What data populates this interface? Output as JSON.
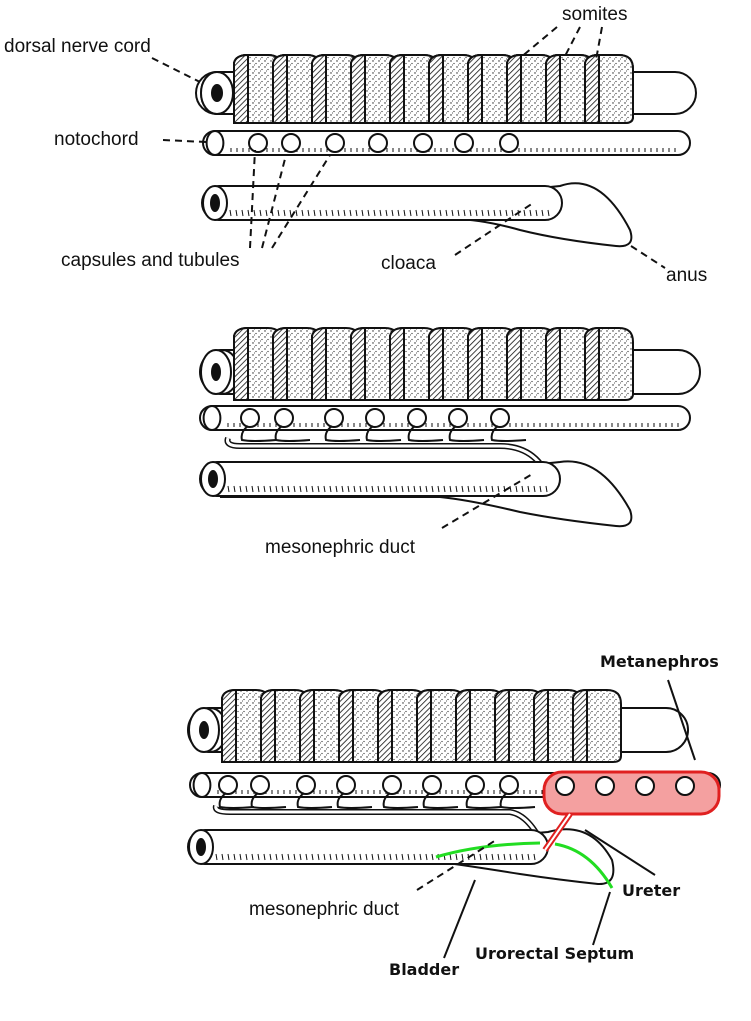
{
  "panels": [
    {
      "id": "stage-1",
      "labels": {
        "dorsal_nerve_cord": "dorsal nerve cord",
        "somites": "somites",
        "notochord": "notochord",
        "capsules_and_tubules": "capsules and tubules",
        "cloaca": "cloaca",
        "anus": "anus"
      }
    },
    {
      "id": "stage-2",
      "labels": {
        "mesonephric_duct": "mesonephric duct"
      }
    },
    {
      "id": "stage-3",
      "labels": {
        "metanephros": "Metanephros",
        "ureter": "Ureter",
        "mesonephric_duct": "mesonephric duct",
        "urorectal_septum": "Urorectal Septum",
        "bladder": "Bladder"
      },
      "highlights": {
        "metanephros_color": "#e02020",
        "metanephros_fill": "#f4a0a0",
        "septum_color": "#22dd22"
      }
    }
  ]
}
